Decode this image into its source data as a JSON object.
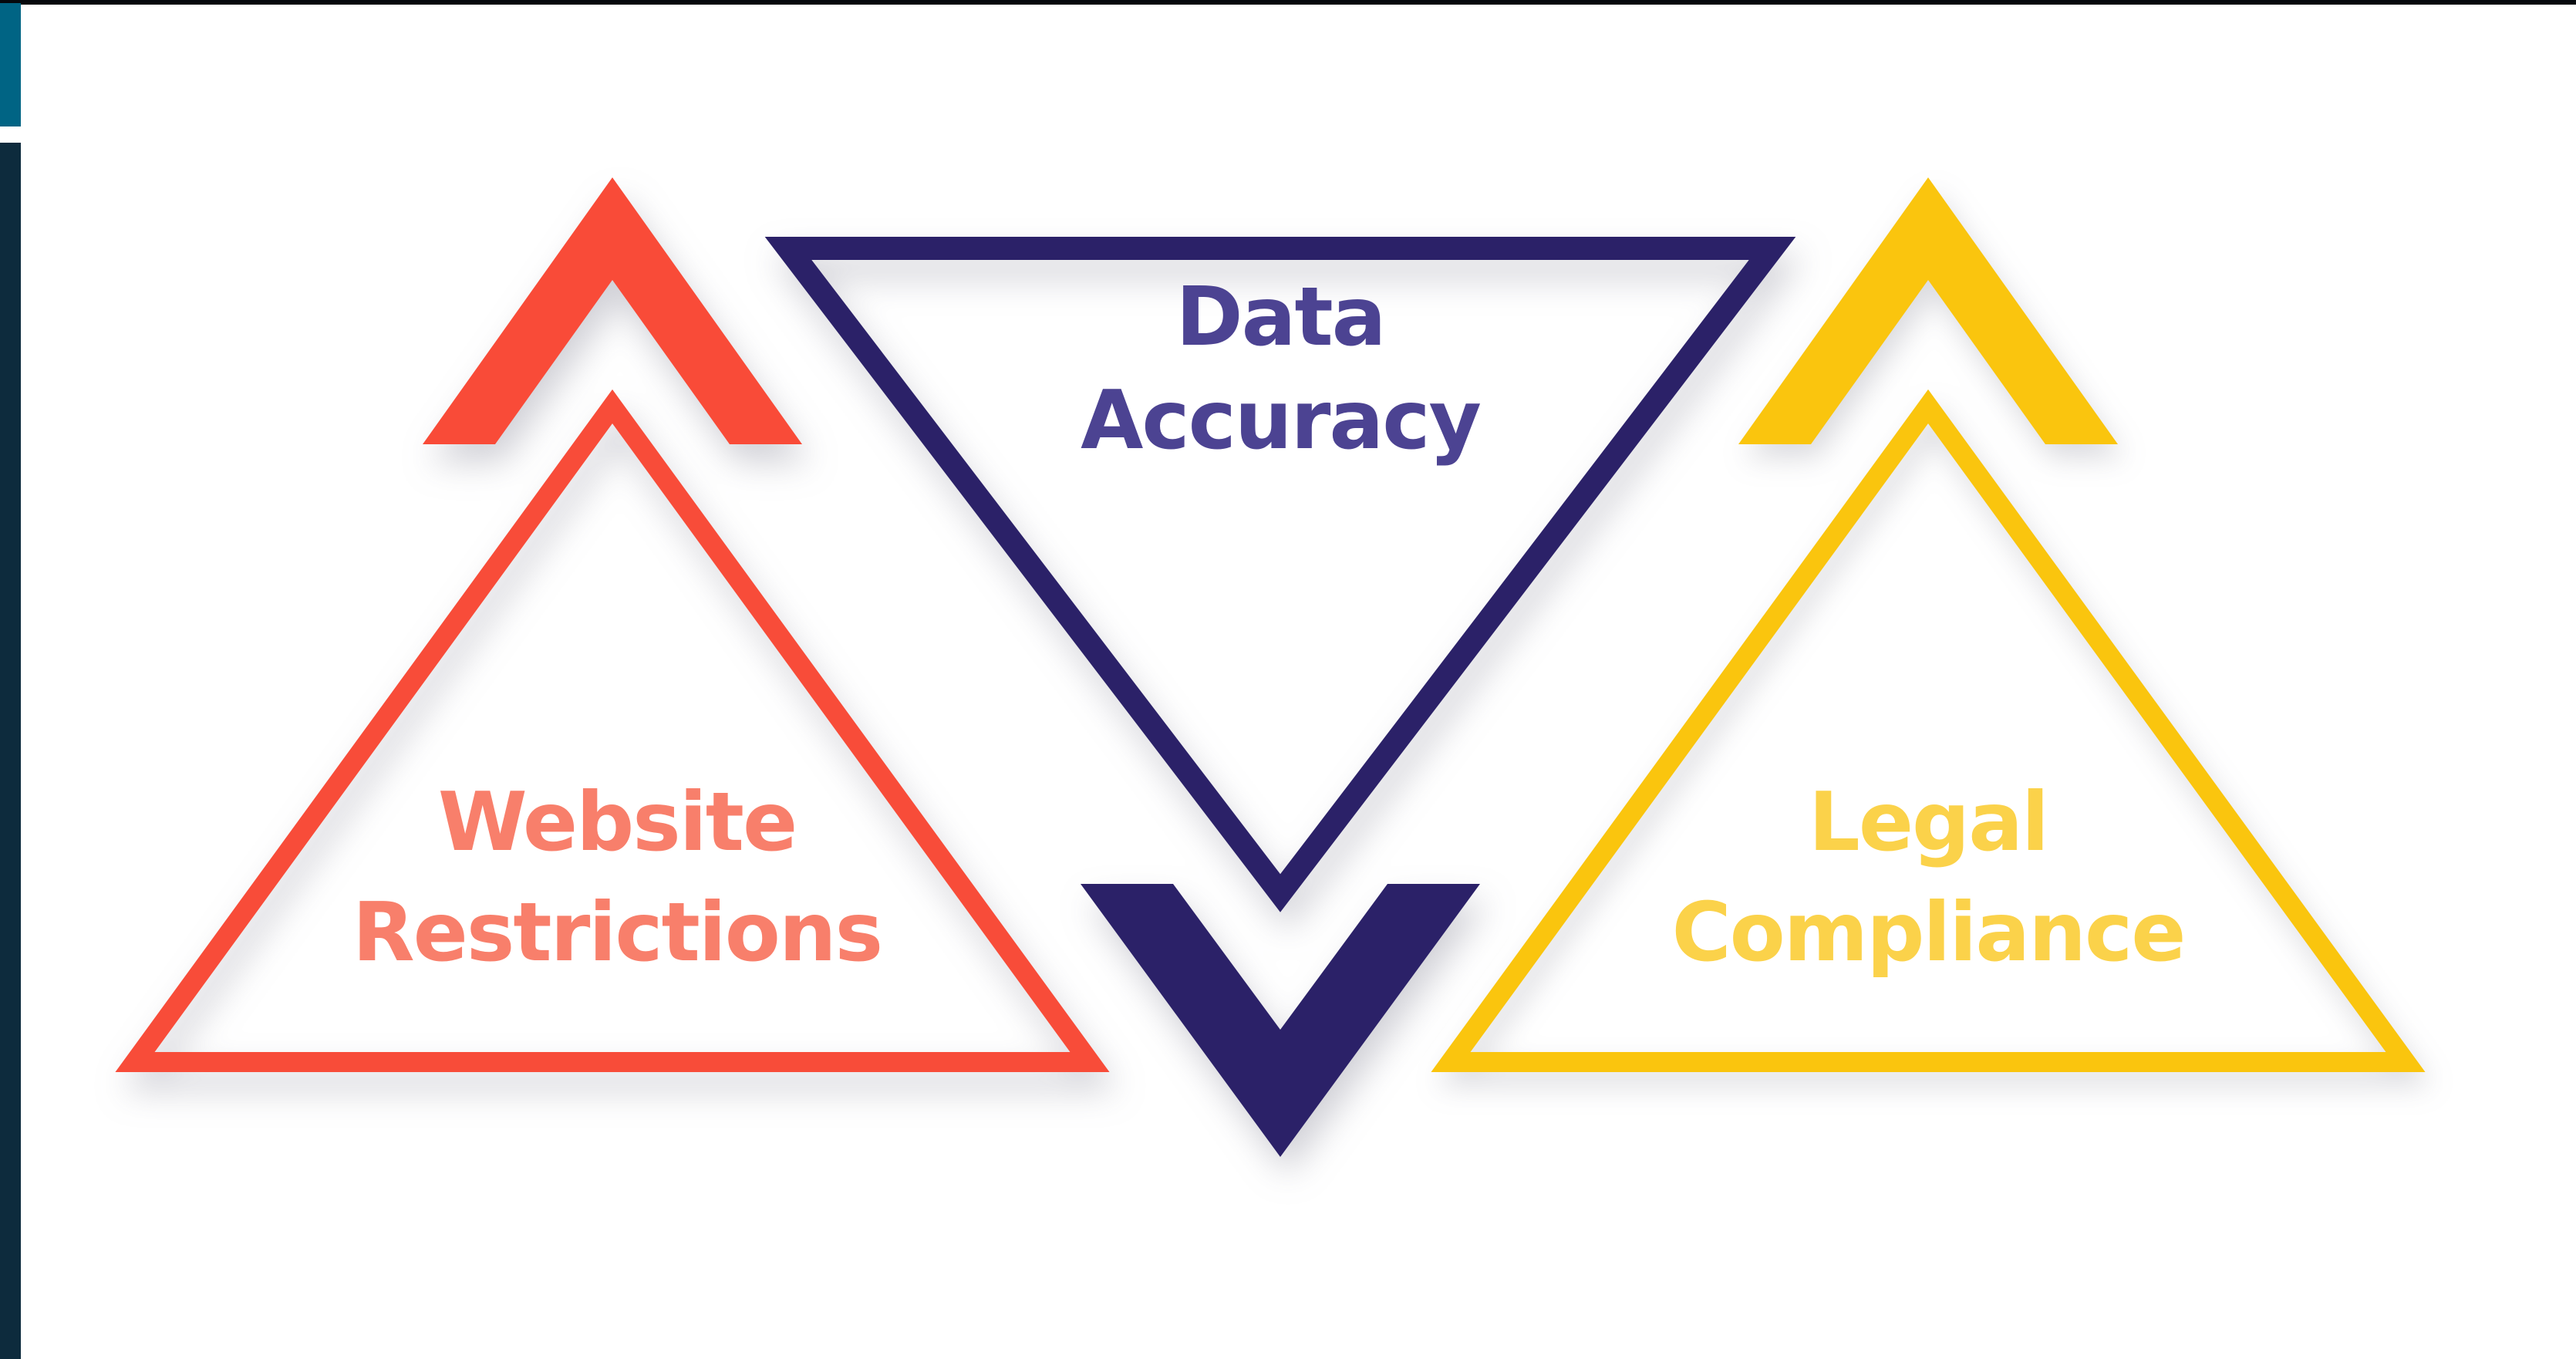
{
  "page": {
    "background_color": "#FFFFFF",
    "description": "Three-triangle infographic: Website Restrictions, Data Accuracy, Legal Compliance"
  },
  "frame": {
    "top_bar_color": "#05080C",
    "teal_accent_color": "#006484",
    "navy_accent_color": "#0D2B3D"
  },
  "triangles": [
    {
      "name": "website-restrictions",
      "direction": "up",
      "line1": "Website",
      "line2": "Restrictions",
      "outline_color": "#F84C39",
      "chevron_color": "#F94B38",
      "text_color": "#F87F6B"
    },
    {
      "name": "data-accuracy",
      "direction": "down",
      "line1": "Data",
      "line2": "Accuracy",
      "outline_color": "#2B2168",
      "chevron_color": "#2B2168",
      "text_color": "#4C4392"
    },
    {
      "name": "legal-compliance",
      "direction": "up",
      "line1": "Legal",
      "line2": "Compliance",
      "outline_color": "#FAC50E",
      "chevron_color": "#FAC50E",
      "text_color": "#FBD24A"
    }
  ]
}
